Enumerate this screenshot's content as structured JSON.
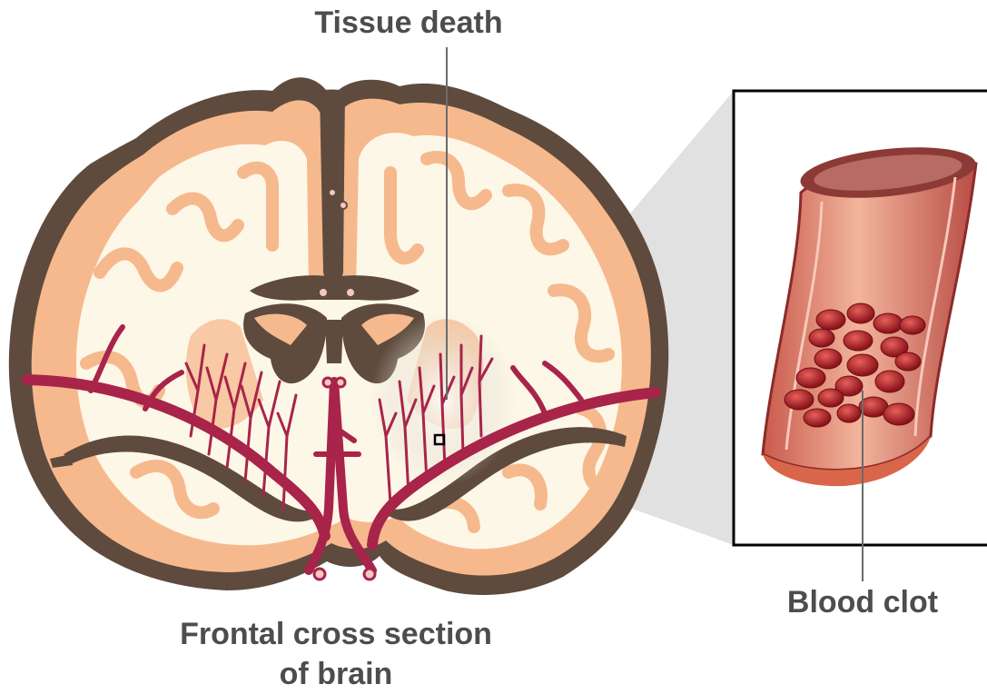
{
  "labels": {
    "tissue_death": "Tissue death",
    "blood_clot": "Blood clot",
    "brain_section_line1": "Frontal cross section",
    "brain_section_line2": "of brain"
  },
  "colors": {
    "outer_tissue": "#5e4b3e",
    "grey_matter": "#f6b98d",
    "white_matter": "#fdf7e8",
    "ventricle": "#5e4b3e",
    "artery": "#a8244a",
    "vessel_wall": "#d9664a",
    "clot": "#9e1c20",
    "label_text": "#4d4d4d"
  }
}
